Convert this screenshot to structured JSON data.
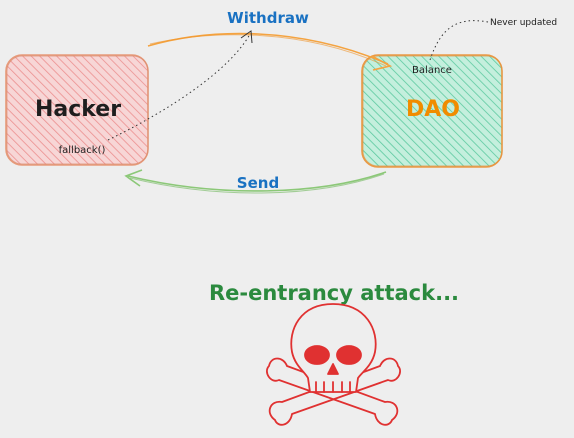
{
  "nodes": {
    "hacker": {
      "label": "Hacker",
      "sublabel": "fallback()",
      "fill": "#f5c2c2",
      "stroke": "#e8a085"
    },
    "dao": {
      "label": "DAO",
      "sublabel": "Balance",
      "fill": "#a8e6cf",
      "stroke": "#e8a55a",
      "label_color": "#f08c00"
    }
  },
  "edges": {
    "withdraw": {
      "label": "Withdraw",
      "color": "#f4a340",
      "label_color": "#1971c2"
    },
    "send": {
      "label": "Send",
      "color": "#7ec26a",
      "label_color": "#1971c2"
    }
  },
  "annotations": {
    "never_updated": "Never updated"
  },
  "title": {
    "text": "Re-entrancy attack...",
    "color": "#2b8a3e"
  },
  "icon": {
    "name": "skull-crossbones-icon",
    "color": "#e03131"
  }
}
